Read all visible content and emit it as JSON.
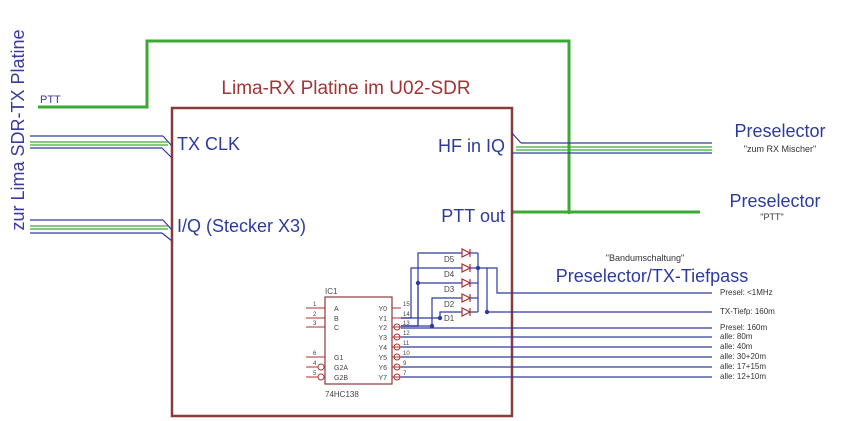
{
  "title": "Lima-RX Platine im U02-SDR",
  "side_label": "zur Lima SDR-TX Platine",
  "ptt_label": "PTT",
  "ports": {
    "tx_clk": "TX CLK",
    "iq": "I/Q (Stecker X3)",
    "hf_in_iq": "HF in IQ",
    "ptt_out": "PTT out"
  },
  "right": {
    "preselector_1": "Preselector",
    "preselector_1_sub": "\"zum RX Mischer\"",
    "preselector_2": "Preselector",
    "preselector_2_sub": "\"PTT\"",
    "band_caption": "\"Bandumschaltung\"",
    "band_title": "Preselector/TX-Tiefpass"
  },
  "ic": {
    "name": "IC1",
    "part": "74HC138",
    "left_pins": [
      {
        "num": "1",
        "name": "A"
      },
      {
        "num": "2",
        "name": "B"
      },
      {
        "num": "3",
        "name": "C"
      },
      {
        "num": "6",
        "name": "G1"
      },
      {
        "num": "4",
        "name": "G2A"
      },
      {
        "num": "5",
        "name": "G2B"
      }
    ],
    "right_pins": [
      {
        "num": "15",
        "name": "Y0"
      },
      {
        "num": "14",
        "name": "Y1"
      },
      {
        "num": "13",
        "name": "Y2"
      },
      {
        "num": "12",
        "name": "Y3"
      },
      {
        "num": "11",
        "name": "Y4"
      },
      {
        "num": "10",
        "name": "Y5"
      },
      {
        "num": "9",
        "name": "Y6"
      },
      {
        "num": "7",
        "name": "Y7"
      }
    ]
  },
  "diodes": [
    "D5",
    "D4",
    "D3",
    "D2",
    "D1"
  ],
  "outputs": [
    "Presel: <1MHz",
    "TX-Tiefp: 160m",
    "Presel: 160m",
    "alle: 80m",
    "alle: 40m",
    "alle: 30+20m",
    "alle: 17+15m",
    "alle: 12+10m"
  ],
  "colors": {
    "box": "#8b3a3a",
    "net": "#2e3a9e",
    "ptt_net": "#3aaa35",
    "pin": "#b03030",
    "small_text": "#333333"
  }
}
